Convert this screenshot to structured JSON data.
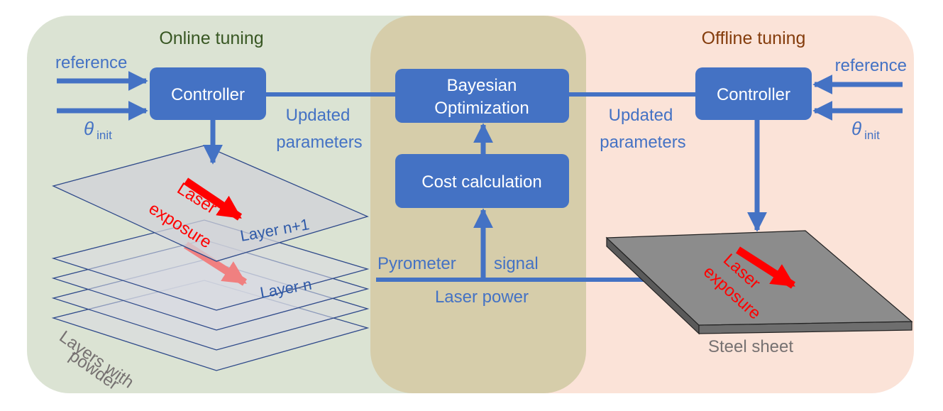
{
  "sections": {
    "online_title": "Online tuning",
    "offline_title": "Offline tuning"
  },
  "online": {
    "reference": "reference",
    "theta_symbol": "θ",
    "theta_sub": "init",
    "controller": "Controller",
    "updated_line1": "Updated",
    "updated_line2": "parameters",
    "laser_line1": "Laser",
    "laser_line2": "exposure",
    "layer_top": "Layer n+1",
    "layer_n": "Layer n",
    "powder_line1": "Layers with",
    "powder_line2": "powder"
  },
  "center": {
    "bo_line1": "Bayesian",
    "bo_line2": "Optimization",
    "cost": "Cost calculation",
    "pyrometer": "Pyrometer",
    "signal": "signal",
    "laser_power": "Laser power"
  },
  "offline": {
    "reference": "reference",
    "theta_symbol": "θ",
    "theta_sub": "init",
    "controller": "Controller",
    "updated_line1": "Updated",
    "updated_line2": "parameters",
    "laser_line1": "Laser",
    "laser_line2": "exposure",
    "steel": "Steel sheet"
  },
  "colors": {
    "online_bg": "#dbe3d3",
    "center_bg": "#d6cdaa",
    "offline_bg": "#fbe3d8",
    "box_fill": "#4472c4",
    "line_blue": "#4472c4",
    "online_title": "#385723",
    "offline_title": "#843c0c",
    "laser_red": "#ff0000",
    "gray_text": "#767171"
  }
}
